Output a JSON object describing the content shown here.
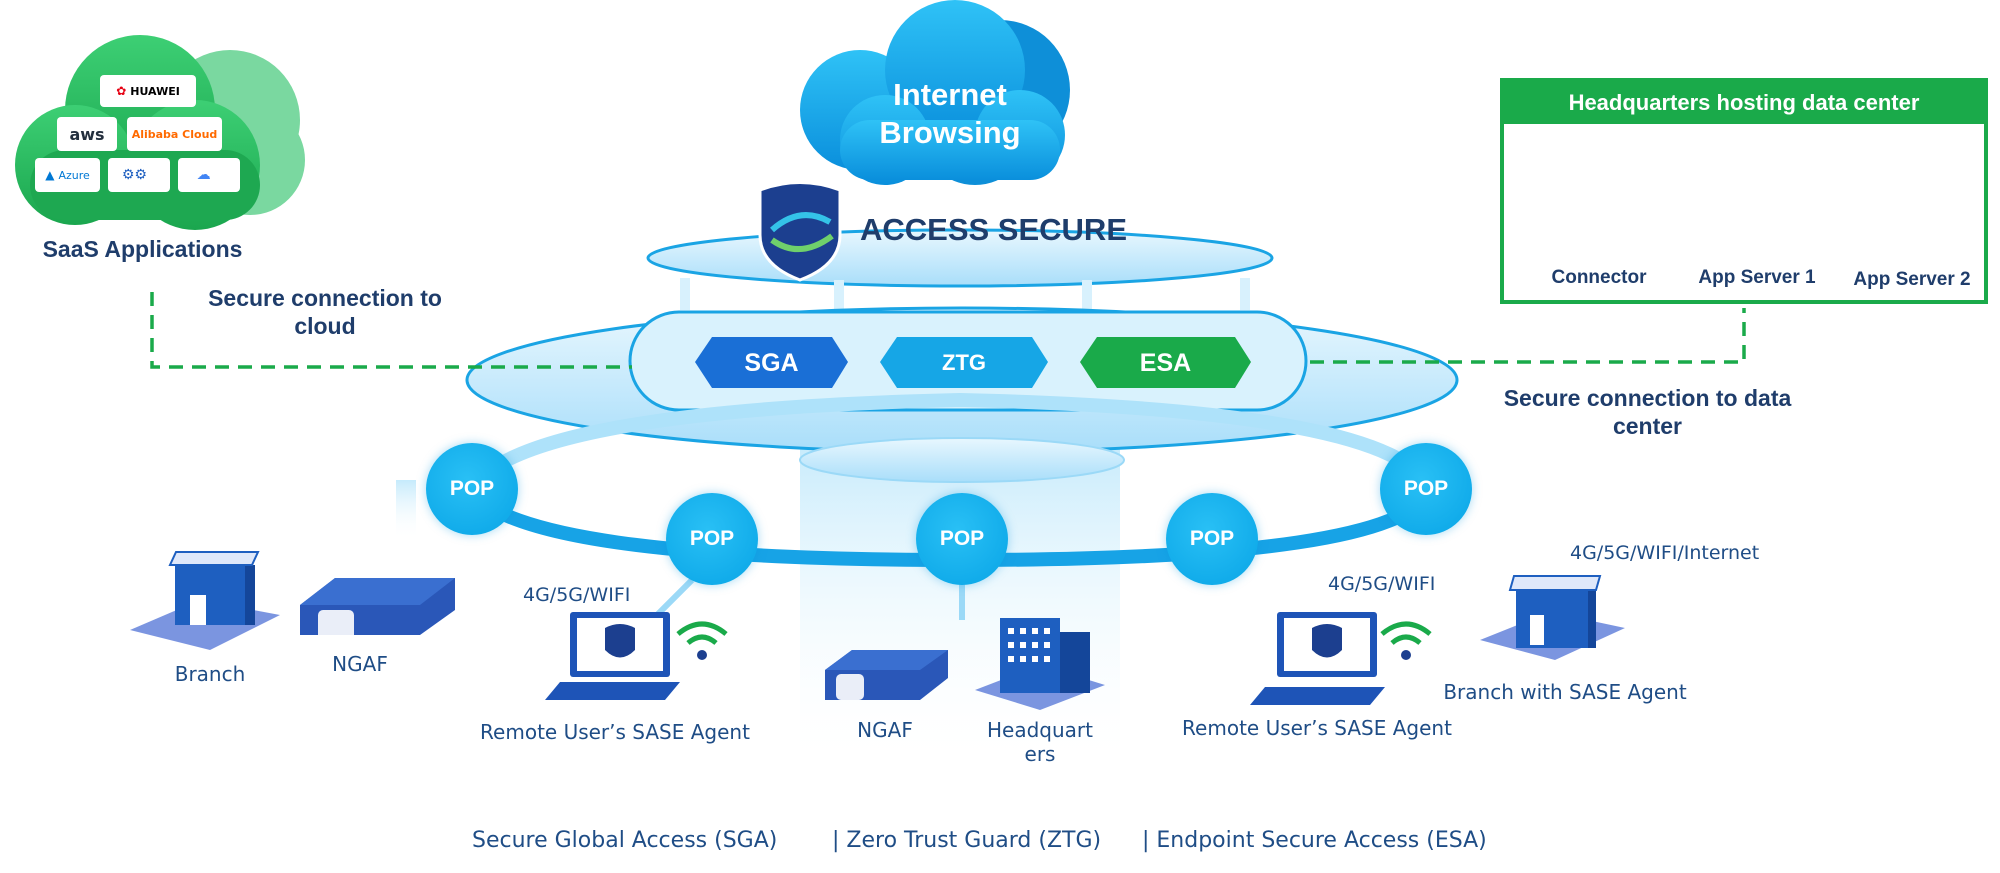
{
  "saas": {
    "label": "SaaS Applications",
    "logos": [
      "HUAWEI",
      "aws",
      "Alibaba Cloud",
      "Azure",
      "Connector",
      "Google Cloud"
    ]
  },
  "internet": {
    "line1": "Internet",
    "line2": "Browsing"
  },
  "access_secure": "ACCESS SECURE",
  "services": {
    "sga": "SGA",
    "ztg": "ZTG",
    "esa": "ESA"
  },
  "connections": {
    "cloud": "Secure connection to cloud",
    "data_center": "Secure connection to data center"
  },
  "hq": {
    "title": "Headquarters hosting data center",
    "connector": "Connector",
    "app1": "App Server 1",
    "app2": "App Server 2"
  },
  "pop_label": "POP",
  "sites": {
    "branch": "Branch",
    "ngaf_left": "NGAF",
    "net_left": "4G/5G/WIFI",
    "remote_left": "Remote User’s SASE Agent",
    "ngaf_center": "NGAF",
    "hq_line1": "Headquart",
    "hq_line2": "ers",
    "net_right": "4G/5G/WIFI",
    "remote_right": "Remote User’s SASE Agent",
    "net_branch": "4G/5G/WIFI/Internet",
    "branch_agent": "Branch with SASE Agent"
  },
  "legend": {
    "sga": "Secure Global Access (SGA)",
    "ztg": "| Zero Trust Guard (ZTG)",
    "esa": "| Endpoint Secure Access (ESA)"
  },
  "colors": {
    "green": "#1aaa4a",
    "blue": "#1a6fd6",
    "light_blue": "#16a6e6",
    "navy": "#1f3d6b"
  }
}
